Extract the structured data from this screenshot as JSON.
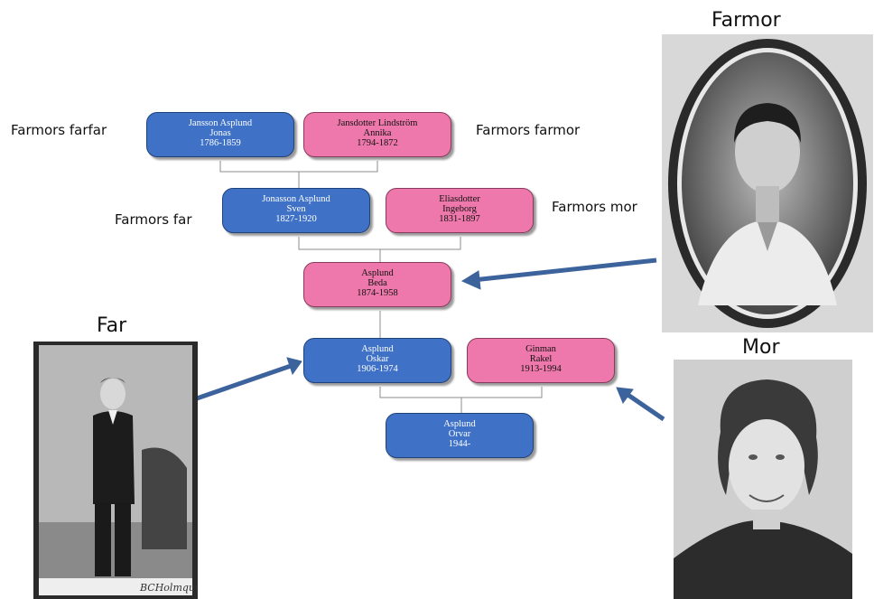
{
  "labels": {
    "farmors_farfar": "Farmors farfar",
    "farmors_farmor": "Farmors farmor",
    "farmors_far": "Farmors far",
    "farmors_mor": "Farmors mor",
    "farmor": "Farmor",
    "far": "Far",
    "mor": "Mor"
  },
  "persons": {
    "jonas": {
      "surname": "Jansson Asplund",
      "given": "Jonas",
      "years": "1786-1859",
      "sex": "male"
    },
    "annika": {
      "surname": "Jansdotter Lindström",
      "given": "Annika",
      "years": "1794-1872",
      "sex": "female"
    },
    "sven": {
      "surname": "Jonasson Asplund",
      "given": "Sven",
      "years": "1827-1920",
      "sex": "male"
    },
    "ingeborg": {
      "surname": "Eliasdotter",
      "given": "Ingeborg",
      "years": "1831-1897",
      "sex": "female"
    },
    "beda": {
      "surname": "Asplund",
      "given": "Beda",
      "years": "1874-1958",
      "sex": "female"
    },
    "oskar": {
      "surname": "Asplund",
      "given": "Oskar",
      "years": "1906-1974",
      "sex": "male"
    },
    "rakel": {
      "surname": "Ginman",
      "given": "Rakel",
      "years": "1913-1994",
      "sex": "female"
    },
    "orvar": {
      "surname": "Asplund",
      "given": "Orvar",
      "years": "1944-",
      "sex": "male"
    }
  },
  "photo_caption": "BCHolmquist",
  "colors": {
    "male": "#3f72c6",
    "female": "#ee78ab",
    "arrow": "#3d639c",
    "line": "#8c8c8c"
  }
}
